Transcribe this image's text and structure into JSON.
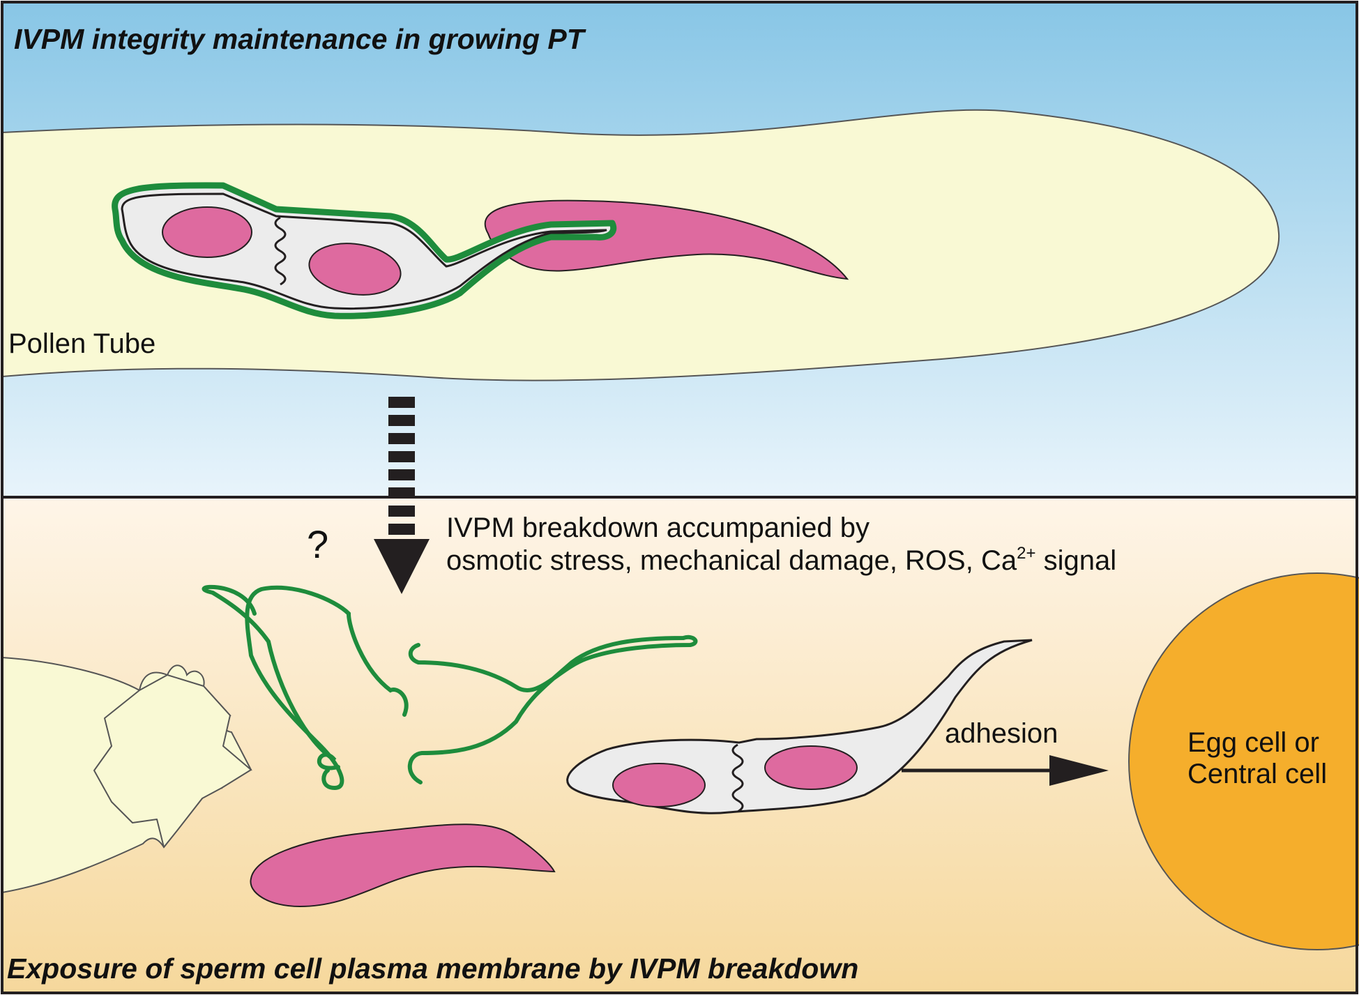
{
  "top_panel": {
    "title": "IVPM integrity maintenance in growing PT",
    "pollen_tube_label": "Pollen Tube"
  },
  "bottom_panel": {
    "title": "Exposure of sperm cell plasma membrane by IVPM breakdown",
    "question_mark": "?",
    "breakdown_line1": "IVPM breakdown accumpanied by",
    "breakdown_line2_main": "osmotic stress, mechanical damage,  ROS, Ca",
    "breakdown_line2_sup": "2+",
    "breakdown_line2_end": " signal",
    "adhesion_label": "adhesion",
    "target_line1": "Egg cell or",
    "target_line2": "Central cell"
  },
  "colors": {
    "sky_top": "#88c6e6",
    "sky_bottom": "#e8f4fb",
    "peach_top": "#fef5e8",
    "peach_bottom": "#f6d89c",
    "pollen_tube_fill": "#f9f9d4",
    "nucleus_magenta": "#de6a9f",
    "ivpm_green": "#1e8c3c",
    "sperm_cytoplasm": "#ececec",
    "egg_cell_orange": "#f5ae2c",
    "outline": "#231f20"
  }
}
